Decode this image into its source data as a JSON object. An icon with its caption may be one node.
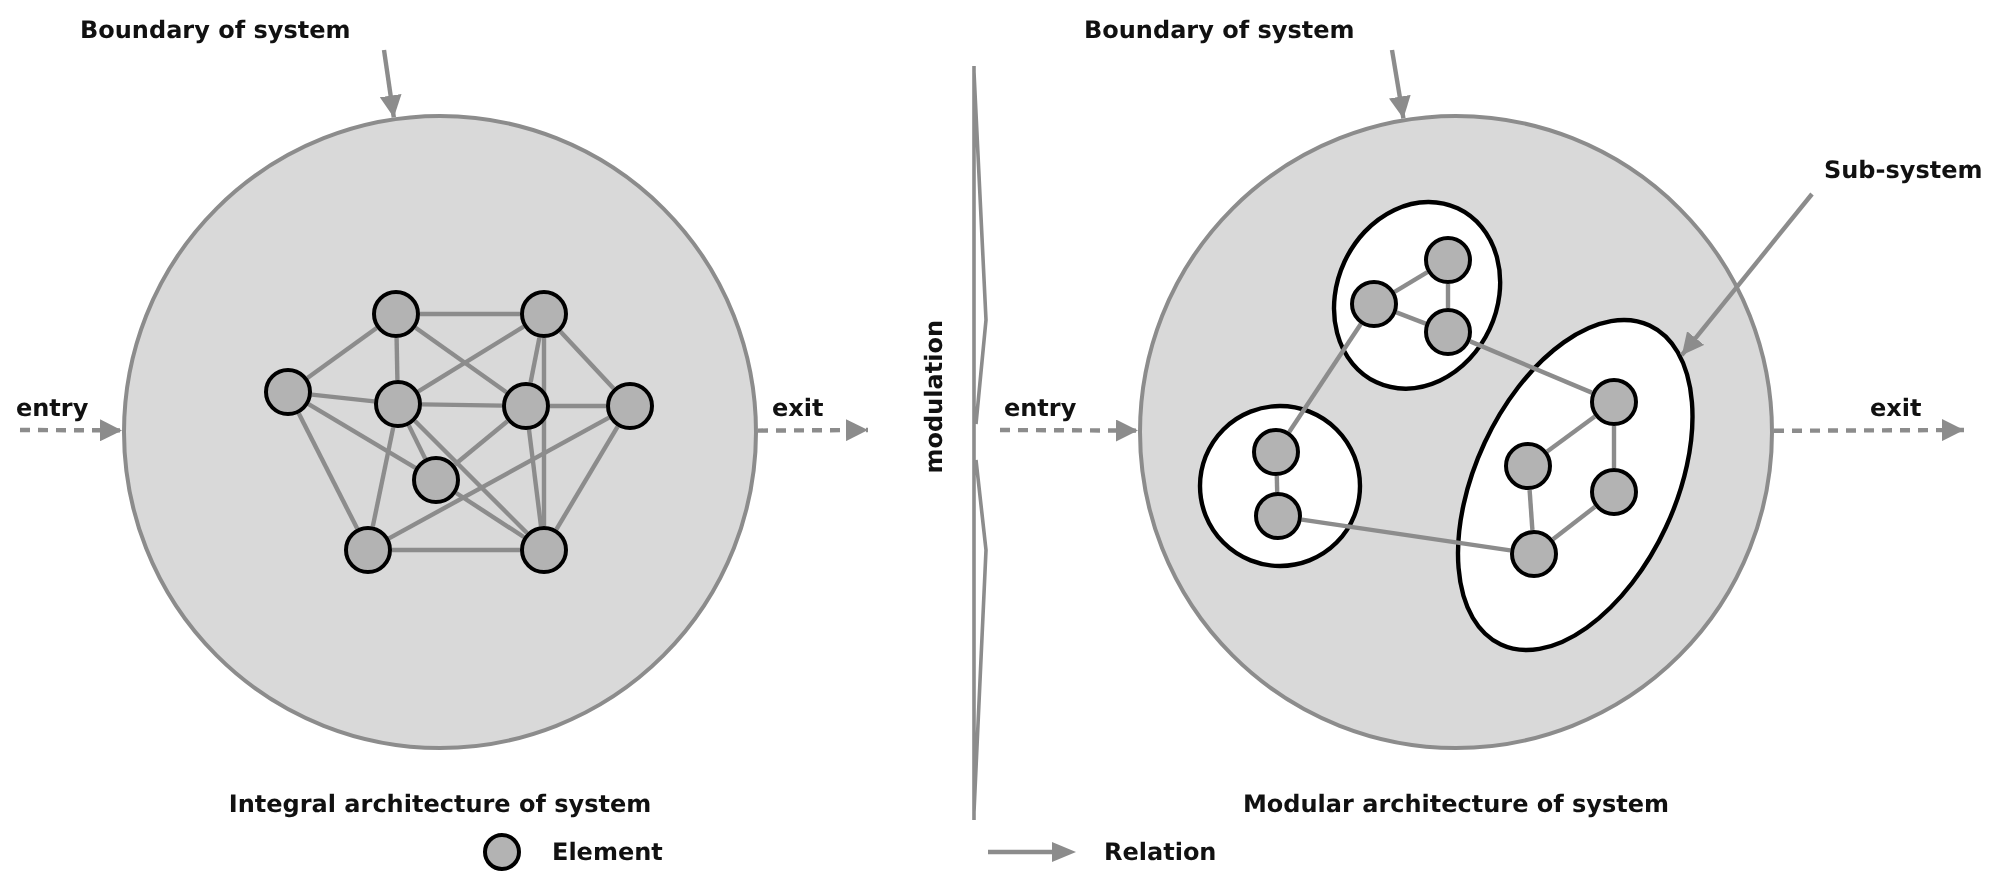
{
  "diagram": {
    "nodes": [
      {
        "text": [
          "Boundary of system"
        ]
      },
      {
        "text": [
          "entry"
        ]
      },
      {
        "text": [
          "Integral architecture of system"
        ]
      },
      {
        "text": [],
        "shape": "circle",
        "in": 2
      },
      {
        "text": [],
        "shape": "circle",
        "in": 2
      },
      {
        "text": [],
        "shape": "circle",
        "in": 2
      },
      {
        "text": [],
        "shape": "circle",
        "in": 2
      },
      {
        "text": [],
        "shape": "circle",
        "in": 2
      },
      {
        "text": [],
        "shape": "circle",
        "in": 2
      },
      {
        "text": [],
        "shape": "circle",
        "in": 2
      },
      {
        "text": [],
        "shape": "circle",
        "in": 2
      },
      {
        "text": [],
        "shape": "circle",
        "in": 2
      },
      {
        "text": [
          "exit"
        ]
      },
      {
        "text": [
          "Boundary of system"
        ]
      },
      {
        "text": [
          "Sub-system"
        ]
      },
      {
        "text": [
          "entry"
        ]
      },
      {
        "text": [
          "Modular architecture of system"
        ]
      },
      {
        "text": [],
        "shape": "ellipse",
        "in": 16
      },
      {
        "text": [],
        "shape": "circle",
        "in": 17
      },
      {
        "text": [],
        "shape": "circle",
        "in": 17
      },
      {
        "text": [],
        "shape": "circle",
        "in": 17
      },
      {
        "text": [],
        "shape": "circle",
        "in": 16
      },
      {
        "text": [],
        "shape": "circle",
        "in": 21
      },
      {
        "text": [],
        "shape": "circle",
        "in": 21
      },
      {
        "text": [],
        "shape": "ellipse",
        "in": 16
      },
      {
        "text": [],
        "shape": "circle",
        "in": 24
      },
      {
        "text": [],
        "shape": "circle",
        "in": 24
      },
      {
        "text": [],
        "shape": "circle",
        "in": 24
      },
      {
        "text": [],
        "shape": "circle",
        "in": 24
      },
      {
        "text": [
          "exit"
        ]
      }
    ],
    "edges": [
      {
        "from": 0,
        "to": 2,
        "arrow": "to"
      },
      {
        "from": 1,
        "to": 2,
        "arrow": "to",
        "style": "dashed"
      },
      {
        "from": 2,
        "to": 12,
        "arrow": "to",
        "style": "dashed"
      },
      {
        "from": 3,
        "to": 4,
        "arrow": "none"
      },
      {
        "from": 3,
        "to": 5,
        "arrow": "none"
      },
      {
        "from": 3,
        "to": 6,
        "arrow": "none"
      },
      {
        "from": 3,
        "to": 7,
        "arrow": "none"
      },
      {
        "from": 4,
        "to": 6,
        "arrow": "none"
      },
      {
        "from": 4,
        "to": 7,
        "arrow": "none"
      },
      {
        "from": 4,
        "to": 8,
        "arrow": "none"
      },
      {
        "from": 4,
        "to": 11,
        "arrow": "none"
      },
      {
        "from": 5,
        "to": 6,
        "arrow": "none"
      },
      {
        "from": 5,
        "to": 9,
        "arrow": "none"
      },
      {
        "from": 5,
        "to": 10,
        "arrow": "none"
      },
      {
        "from": 6,
        "to": 7,
        "arrow": "none"
      },
      {
        "from": 6,
        "to": 9,
        "arrow": "none"
      },
      {
        "from": 6,
        "to": 10,
        "arrow": "none"
      },
      {
        "from": 6,
        "to": 11,
        "arrow": "none"
      },
      {
        "from": 7,
        "to": 8,
        "arrow": "none"
      },
      {
        "from": 7,
        "to": 9,
        "arrow": "none"
      },
      {
        "from": 7,
        "to": 11,
        "arrow": "none"
      },
      {
        "from": 8,
        "to": 10,
        "arrow": "none"
      },
      {
        "from": 8,
        "to": 11,
        "arrow": "none"
      },
      {
        "from": 9,
        "to": 11,
        "arrow": "none"
      },
      {
        "from": 10,
        "to": 11,
        "arrow": "none"
      },
      {
        "from": 13,
        "to": 16,
        "arrow": "to"
      },
      {
        "from": 14,
        "to": 24,
        "arrow": "to"
      },
      {
        "from": 15,
        "to": 16,
        "arrow": "to",
        "style": "dashed"
      },
      {
        "from": 16,
        "to": 29,
        "arrow": "to",
        "style": "dashed"
      },
      {
        "from": 18,
        "to": 19,
        "arrow": "none"
      },
      {
        "from": 18,
        "to": 20,
        "arrow": "none"
      },
      {
        "from": 19,
        "to": 20,
        "arrow": "none"
      },
      {
        "from": 19,
        "to": 22,
        "arrow": "none"
      },
      {
        "from": 20,
        "to": 25,
        "arrow": "none"
      },
      {
        "from": 22,
        "to": 23,
        "arrow": "none"
      },
      {
        "from": 23,
        "to": 28,
        "arrow": "none"
      },
      {
        "from": 25,
        "to": 26,
        "arrow": "none"
      },
      {
        "from": 25,
        "to": 27,
        "arrow": "none"
      },
      {
        "from": 26,
        "to": 28,
        "arrow": "none"
      },
      {
        "from": 27,
        "to": 28,
        "arrow": "none"
      }
    ],
    "labels": [
      "modulation"
    ],
    "legend": [
      {
        "text": "Element"
      },
      {
        "text": "Relation"
      }
    ]
  }
}
